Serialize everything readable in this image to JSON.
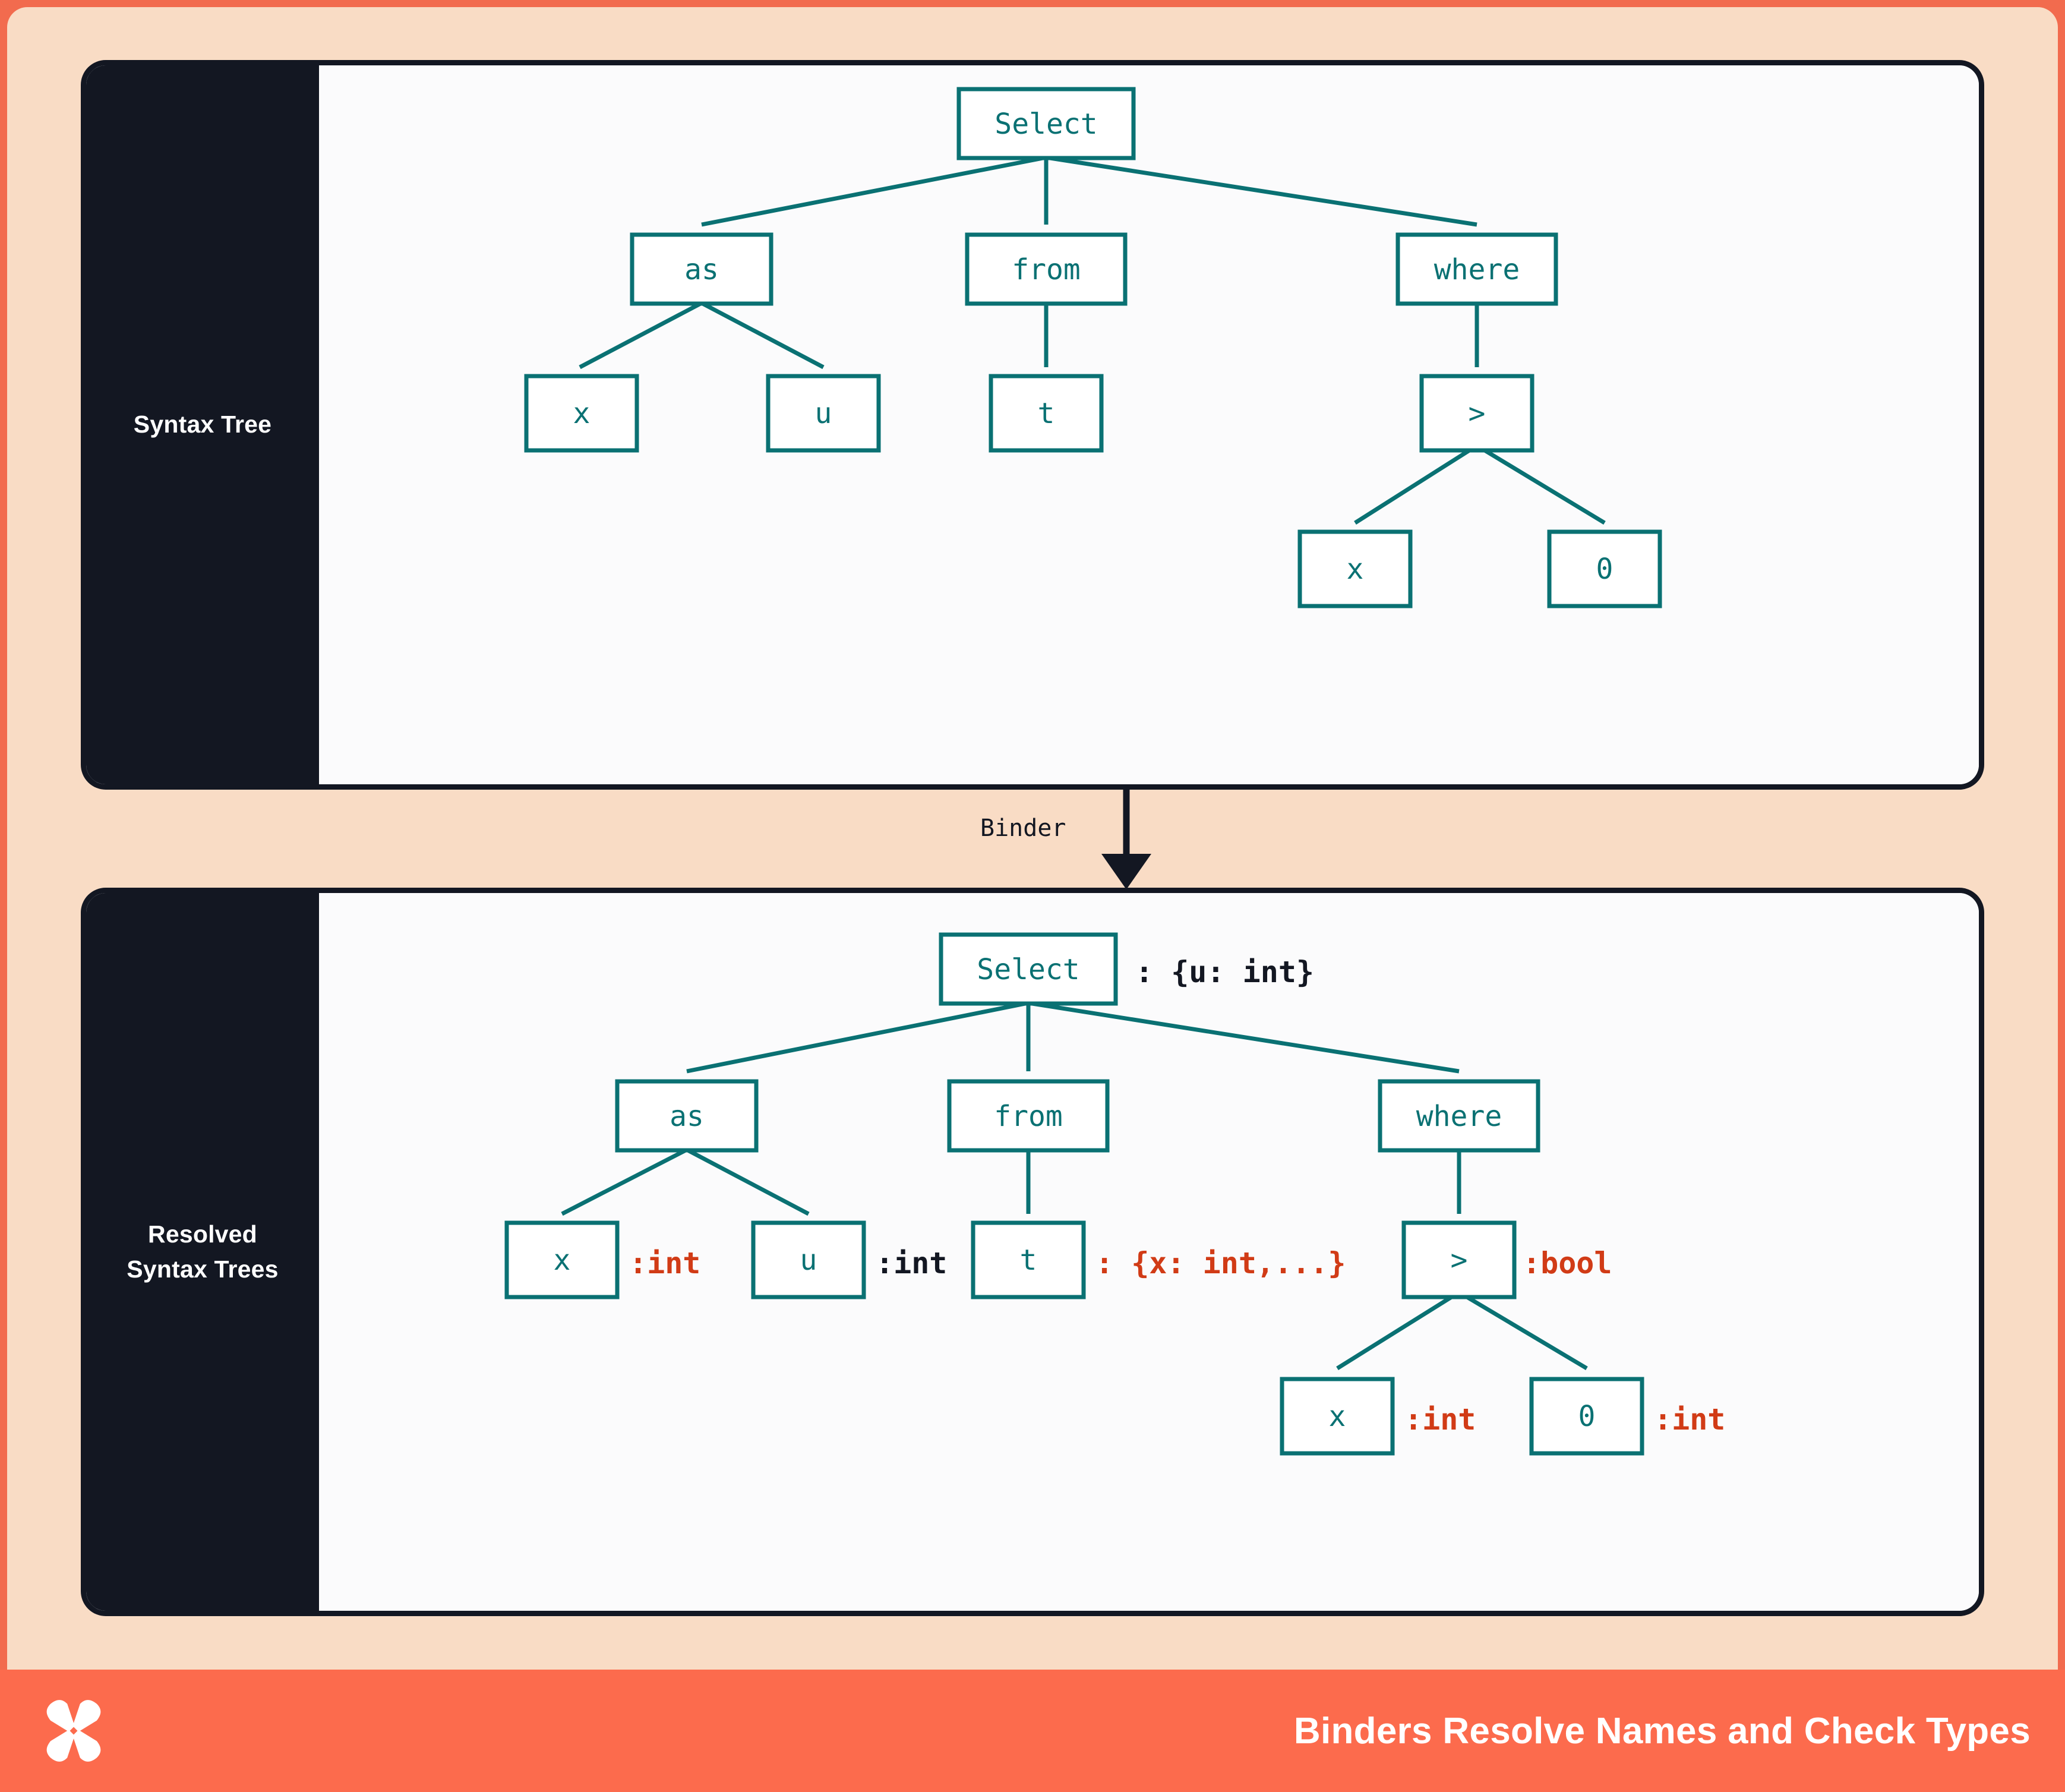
{
  "theme": {
    "frame_color": "#F26B4E",
    "background_color": "#F9DCC5",
    "card_border_color": "#131722",
    "card_background": "#FBFBFC",
    "sidebar_background": "#131722",
    "node_color": "#0A7173",
    "type_annotation_color": "#D13B16",
    "resolved_annotation_color": "#131722",
    "footer_color": "#FC6B4D"
  },
  "panels": [
    {
      "id": "syntax-tree",
      "sidebar_label": "Syntax Tree",
      "nodes": {
        "root": "Select",
        "as": "as",
        "from": "from",
        "where": "where",
        "as_left": "x",
        "as_right": "u",
        "from_child": "t",
        "where_child": ">",
        "cmp_left": "x",
        "cmp_right": "0"
      }
    },
    {
      "id": "resolved-syntax-trees",
      "sidebar_label": "Resolved\nSyntax Trees",
      "sidebar_label_line1": "Resolved",
      "sidebar_label_line2": "Syntax Trees",
      "nodes": {
        "root": "Select",
        "as": "as",
        "from": "from",
        "where": "where",
        "as_left": "x",
        "as_right": "u",
        "from_child": "t",
        "where_child": ">",
        "cmp_left": "x",
        "cmp_right": "0"
      },
      "annotations": {
        "root": ": {u: int}",
        "as_left": ":int",
        "as_right": ":int",
        "from_child": ": {x: int,...}",
        "where_child": ":bool",
        "cmp_left": ":int",
        "cmp_right": ":int"
      }
    }
  ],
  "connector": {
    "label": "Binder"
  },
  "footer": {
    "logo_name": "x-butterfly-logo",
    "title": "Binders Resolve Names and Check Types"
  }
}
